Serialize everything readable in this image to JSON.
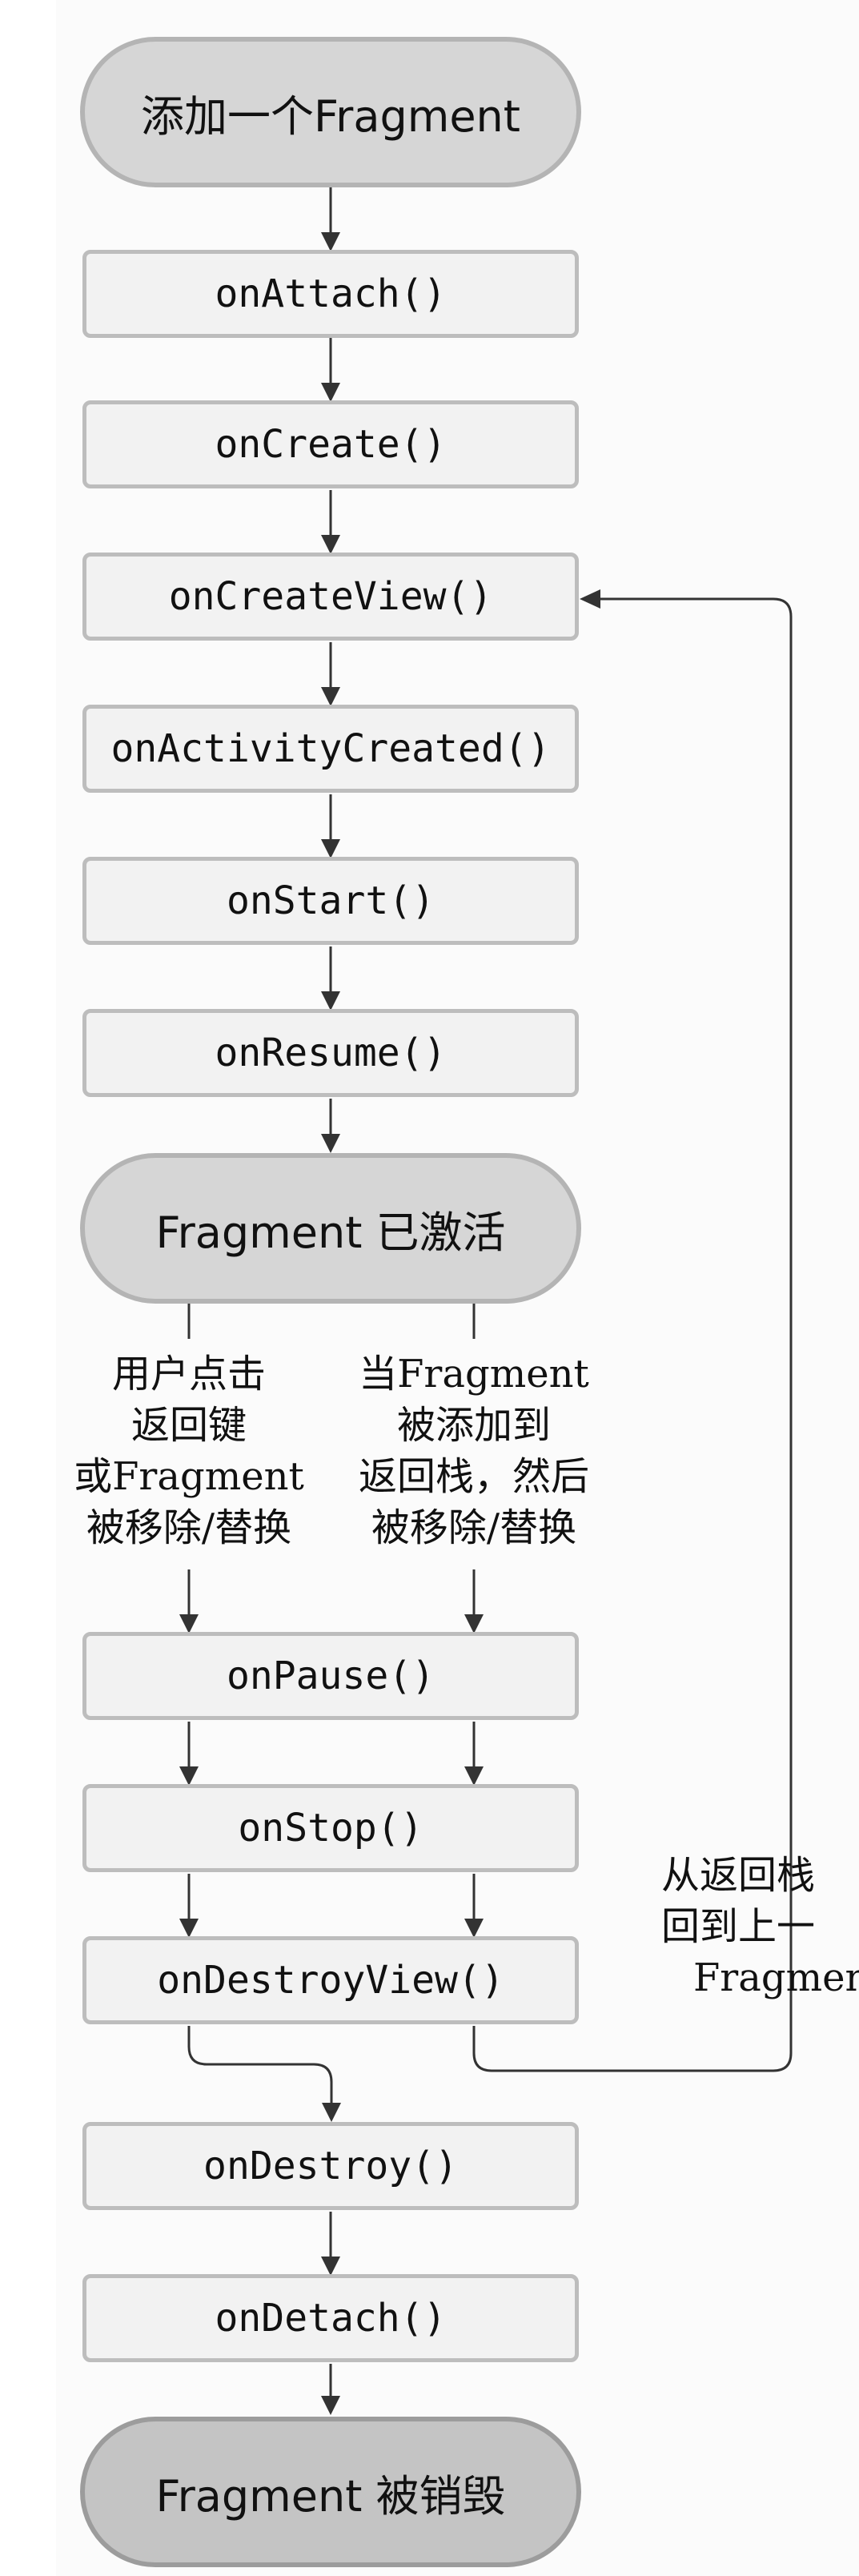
{
  "nodes": {
    "add": "添加一个Fragment",
    "attach": "onAttach()",
    "create": "onCreate()",
    "create_view": "onCreateView()",
    "activity_created": "onActivityCreated()",
    "start": "onStart()",
    "resume": "onResume()",
    "active": "Fragment 已激活",
    "pause": "onPause()",
    "stop": "onStop()",
    "destroy_view": "onDestroyView()",
    "destroy": "onDestroy()",
    "detach": "onDetach()",
    "destroyed": "Fragment 被销毁"
  },
  "labels": {
    "left_branch": [
      "用户点击",
      "返回键",
      "或Fragment",
      "被移除/替换"
    ],
    "right_branch": [
      "当Fragment",
      "被添加到",
      "返回栈，然后",
      "被移除/替换"
    ],
    "back_stack": [
      "从返回栈",
      "回到上一",
      "Fragment"
    ]
  }
}
